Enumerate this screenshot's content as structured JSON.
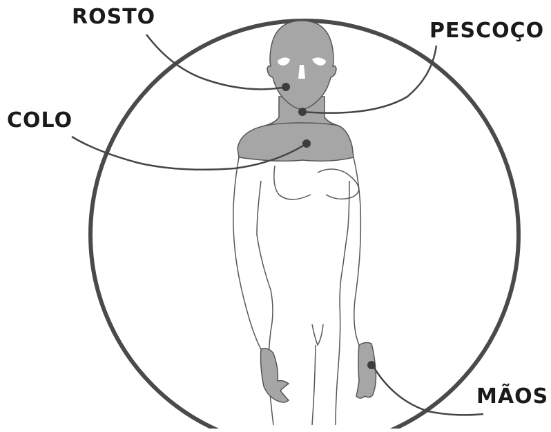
{
  "labels": {
    "face": "ROSTO",
    "neck": "PESCOÇO",
    "chest": "COLO",
    "hands": "MÃOS"
  },
  "colors": {
    "circle": "#4a4a4a",
    "outline": "#555555",
    "highlight": "#a6a6a6",
    "eyes": "#ffffff",
    "leader_line": "#444444",
    "dot": "#3d3d3d",
    "text": "#1a1a1a"
  }
}
